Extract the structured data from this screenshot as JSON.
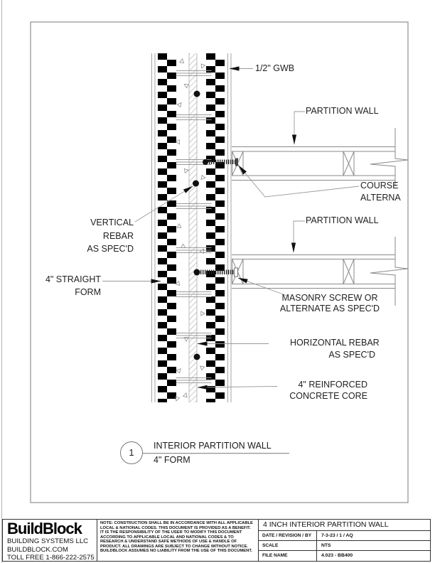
{
  "colors": {
    "ink": "#1a1a1a",
    "line_gray": "#8a8a8a",
    "foam_black": "#000000",
    "paper": "#ffffff"
  },
  "drawing": {
    "labels": {
      "gwb": "1/2\" GWB",
      "partition_wall_upper": "PARTITION WALL",
      "course_alternate": {
        "lines": [
          "COURSE",
          "ALTERNA"
        ]
      },
      "vertical_rebar": {
        "lines": [
          "VERTICAL",
          "REBAR",
          "AS SPEC'D"
        ]
      },
      "straight_form": {
        "lines": [
          "4\" STRAIGHT",
          "FORM"
        ]
      },
      "partition_wall_lower": "PARTITION WALL",
      "masonry_screw": {
        "lines": [
          "MASONRY SCREW OR",
          "ALTERNATE AS SPEC'D"
        ]
      },
      "horizontal_rebar": {
        "lines": [
          "HORIZONTAL REBAR",
          "AS SPEC'D"
        ]
      },
      "concrete_core": {
        "lines": [
          "4\" REINFORCED",
          "CONCRETE CORE"
        ]
      }
    },
    "callout": {
      "number": "1",
      "title": "INTERIOR PARTITION WALL",
      "subtitle": "4\" FORM"
    }
  },
  "title_block": {
    "company": {
      "logo": "BuildBlock",
      "line1": "BUILDING SYSTEMS LLC",
      "line2": "BUILDBLOCK.COM",
      "line3": "TOLL FREE 1-866-222-2575"
    },
    "note_lines": [
      "NOTE: CONSTRUCTION SHALL BE IN ACCORDANCE WITH ALL APPLICABLE",
      "LOCAL & NATIONAL CODES. THIS DOCUMENT IS PROVIDED AS A BENEFIT.",
      "IT IS THE RESPONSIBILITY OF THE USER TO MODIFY THIS DOCUMENT",
      "ACCORDING TO APPLICABLE LOCAL AND NATIONAL CODES & TO",
      "RESEARCH & UNDERSTAND SAFE METHODS OF USE & HANDLE OF",
      "PRODUCT. ALL DRAWINGS ARE SUBJECT TO CHANGE WITHOUT NOTICE.",
      "BUILDBLOCK ASSUMES NO LIABILITY FROM THE USE OF THIS DOCUMENT."
    ],
    "sheet": {
      "title": "4 INCH INTERIOR PARTITION WALL",
      "rows": [
        {
          "label": "DATE / REVISION / BY",
          "value": "7-3-23 / 1 / AQ"
        },
        {
          "label": "SCALE",
          "value": "NTS"
        },
        {
          "label": "FILE NAME",
          "value": "4.023 - BB400"
        }
      ]
    }
  }
}
